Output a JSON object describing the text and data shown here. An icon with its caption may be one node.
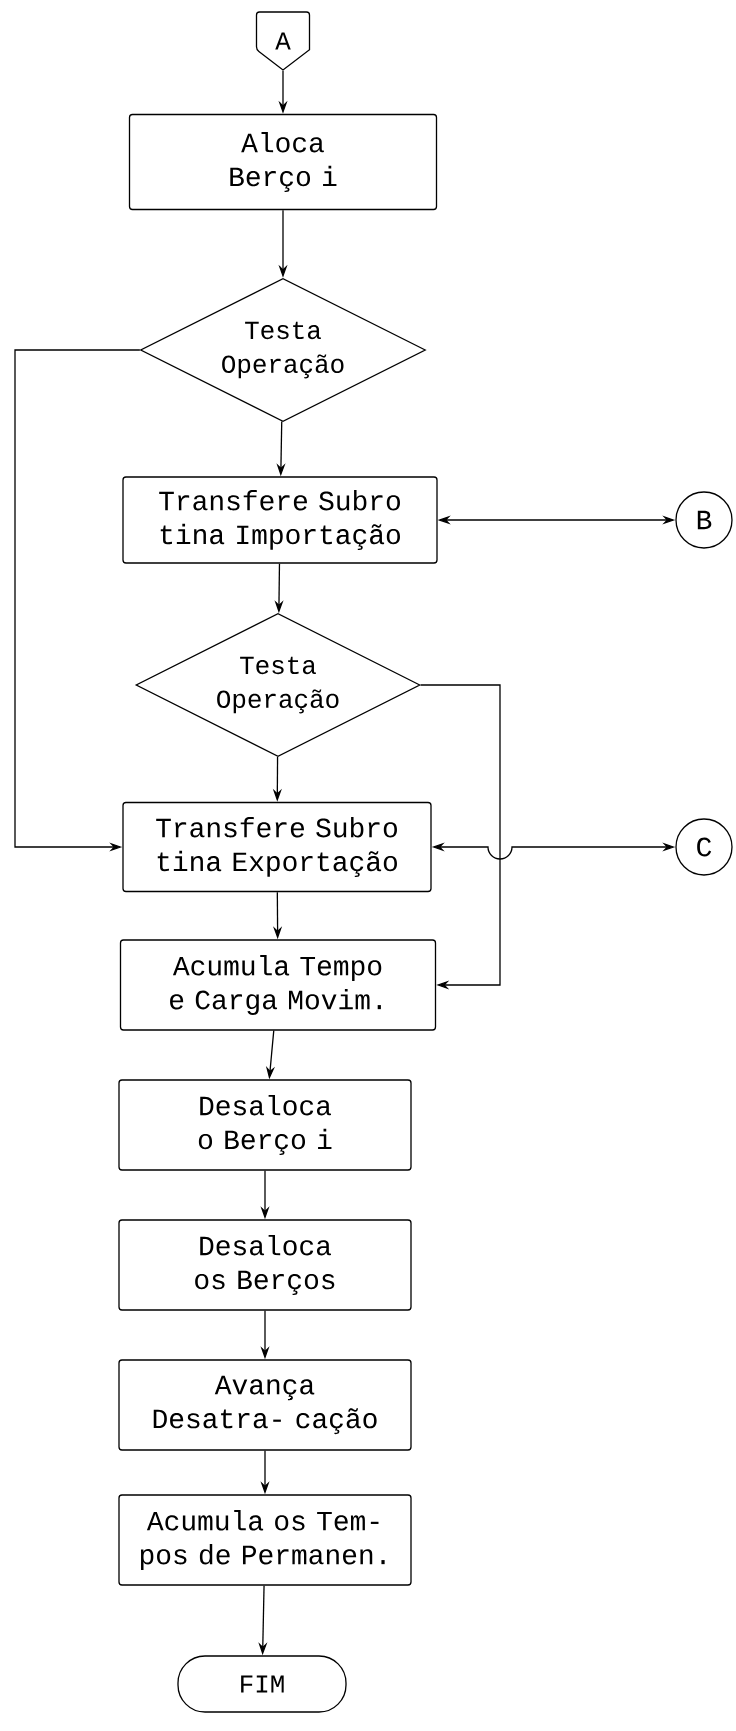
{
  "diagram": {
    "nodes": [
      {
        "text": [
          "A"
        ]
      },
      {
        "text": [
          "Aloca Berço i"
        ]
      },
      {
        "text": [
          "Testa Operação"
        ]
      },
      {
        "text": [
          "Transfere Subro tina Importação"
        ]
      },
      {
        "text": [
          "B"
        ]
      },
      {
        "text": [
          "Testa Operação"
        ]
      },
      {
        "text": [
          "Transfere Subro tina Exportação"
        ]
      },
      {
        "text": [
          "C"
        ]
      },
      {
        "text": [
          "Acumula Tempo e Carga Movim."
        ]
      },
      {
        "text": [
          "Desaloca o Berço i"
        ]
      },
      {
        "text": [
          "Desaloca os Berços"
        ]
      },
      {
        "text": [
          "Avança Desatra- cação"
        ]
      },
      {
        "text": [
          "Acumula os Tem- pos de Permanen."
        ]
      },
      {
        "text": [
          "FIM"
        ]
      }
    ],
    "edges": [
      {
        "from": 0,
        "to": 1,
        "arrow": "to"
      },
      {
        "from": 1,
        "to": 2,
        "arrow": "to"
      },
      {
        "from": 2,
        "to": 3,
        "arrow": "to"
      },
      {
        "from": 2,
        "to": 6,
        "arrow": "to"
      },
      {
        "from": 3,
        "to": 5,
        "arrow": "to"
      },
      {
        "from": 3,
        "to": 4,
        "arrow": "both"
      },
      {
        "from": 5,
        "to": 6,
        "arrow": "to"
      },
      {
        "from": 5,
        "to": 8,
        "arrow": "to"
      },
      {
        "from": 6,
        "to": 7,
        "arrow": "both"
      },
      {
        "from": 6,
        "to": 8,
        "arrow": "to"
      },
      {
        "from": 8,
        "to": 9,
        "arrow": "to"
      },
      {
        "from": 9,
        "to": 10,
        "arrow": "to"
      },
      {
        "from": 10,
        "to": 11,
        "arrow": "to"
      },
      {
        "from": 11,
        "to": 12,
        "arrow": "to"
      },
      {
        "from": 12,
        "to": 13,
        "arrow": "to"
      }
    ]
  }
}
